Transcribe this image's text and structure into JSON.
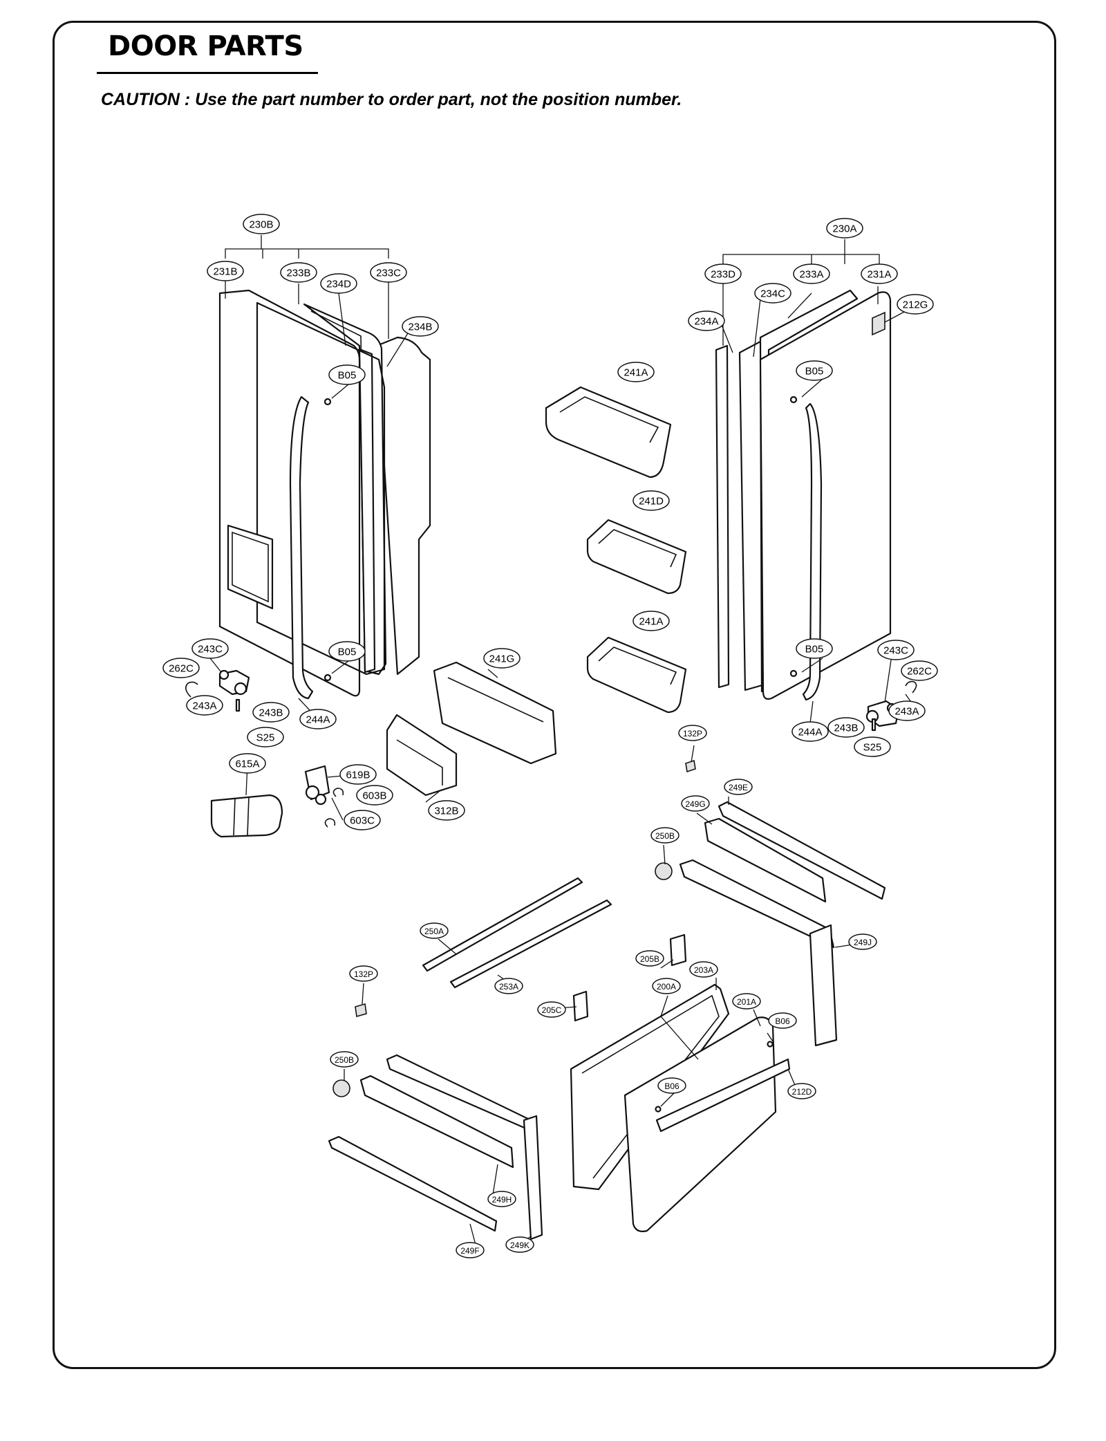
{
  "header": {
    "title": "DOOR PARTS",
    "caution": "CAUTION : Use the part number to order part, not the position number."
  },
  "callouts": [
    {
      "label": "230B"
    },
    {
      "label": "231B"
    },
    {
      "label": "233B"
    },
    {
      "label": "234D"
    },
    {
      "label": "233C"
    },
    {
      "label": "234B"
    },
    {
      "label": "B05"
    },
    {
      "label": "B05"
    },
    {
      "label": "243C"
    },
    {
      "label": "262C"
    },
    {
      "label": "243A"
    },
    {
      "label": "243B"
    },
    {
      "label": "S25"
    },
    {
      "label": "244A"
    },
    {
      "label": "615A"
    },
    {
      "label": "619B"
    },
    {
      "label": "603B"
    },
    {
      "label": "603C"
    },
    {
      "label": "312B"
    },
    {
      "label": "241G"
    },
    {
      "label": "241A"
    },
    {
      "label": "241D"
    },
    {
      "label": "241A"
    },
    {
      "label": "230A"
    },
    {
      "label": "233D"
    },
    {
      "label": "233A"
    },
    {
      "label": "231A"
    },
    {
      "label": "234C"
    },
    {
      "label": "212G"
    },
    {
      "label": "234A"
    },
    {
      "label": "B05"
    },
    {
      "label": "B05"
    },
    {
      "label": "243C"
    },
    {
      "label": "262C"
    },
    {
      "label": "244A"
    },
    {
      "label": "243B"
    },
    {
      "label": "243A"
    },
    {
      "label": "S25"
    },
    {
      "label": "132P"
    },
    {
      "label": "249E"
    },
    {
      "label": "249G"
    },
    {
      "label": "250B"
    },
    {
      "label": "249J"
    },
    {
      "label": "250A"
    },
    {
      "label": "253A"
    },
    {
      "label": "132P"
    },
    {
      "label": "205B"
    },
    {
      "label": "203A"
    },
    {
      "label": "200A"
    },
    {
      "label": "201A"
    },
    {
      "label": "205C"
    },
    {
      "label": "B06"
    },
    {
      "label": "212D"
    },
    {
      "label": "B06"
    },
    {
      "label": "250B"
    },
    {
      "label": "249H"
    },
    {
      "label": "249F"
    },
    {
      "label": "249K"
    }
  ]
}
